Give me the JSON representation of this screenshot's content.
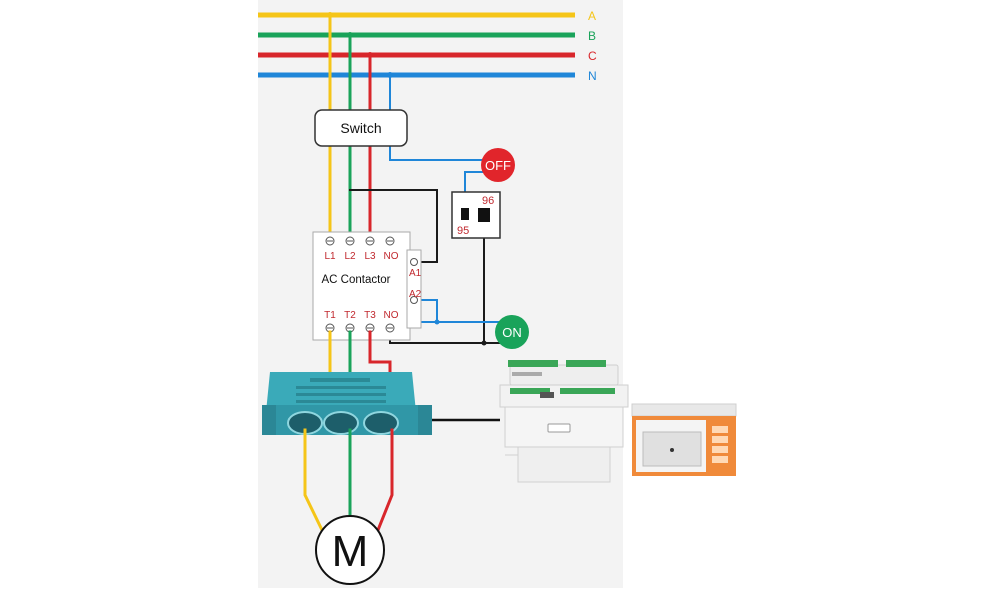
{
  "buses": [
    {
      "id": "A",
      "label": "A",
      "color": "#f5c518"
    },
    {
      "id": "B",
      "label": "B",
      "color": "#1aa35a"
    },
    {
      "id": "C",
      "label": "C",
      "color": "#d8262b"
    },
    {
      "id": "N",
      "label": "N",
      "color": "#1f86d8"
    }
  ],
  "switch": {
    "label": "Switch"
  },
  "off_button": {
    "label": "OFF",
    "color": "#e1252b"
  },
  "on_button": {
    "label": "ON",
    "color": "#19a35a"
  },
  "relay": {
    "terminal_top": "96",
    "terminal_bottom": "95"
  },
  "contactor": {
    "label": "AC Contactor",
    "top_terminals": [
      "L1",
      "L2",
      "L3",
      "NO"
    ],
    "bottom_terminals": [
      "T1",
      "T2",
      "T3",
      "NO"
    ],
    "side_terminals": [
      "A1",
      "A2"
    ]
  },
  "motor": {
    "label": "M"
  },
  "colors": {
    "neutral_wire": "#1f86d8",
    "control_wire": "#1a1a1a",
    "terminal_label": "#c0282e",
    "ct_body": "#3aaab9"
  }
}
